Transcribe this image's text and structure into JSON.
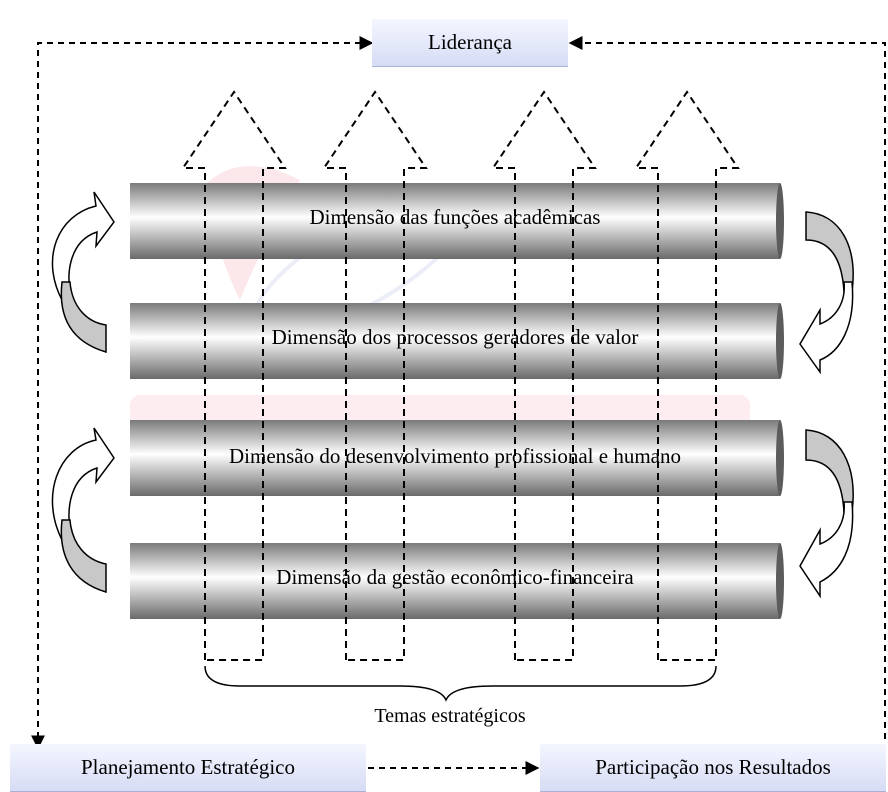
{
  "boxes": {
    "leadership": "Liderança",
    "strategic_planning": "Planejamento Estratégico",
    "results_participation": "Participação nos Resultados"
  },
  "dimensions": [
    "Dimensão das funções acadêmicas",
    "Dimensão dos processos geradores de valor",
    "Dimensão do desenvolvimento profissional e humano",
    "Dimensão da gestão econômico-financeira"
  ],
  "themes_label": "Temas estratégicos",
  "colors": {
    "box_fill_top": "#f4f6ff",
    "box_fill_bottom": "#d6dcf4",
    "bar_dark": "#6e6e6e",
    "bar_light": "#ffffff",
    "curved_arrow_fill": "#c8c8c8",
    "watermark": "#e21e3c"
  }
}
